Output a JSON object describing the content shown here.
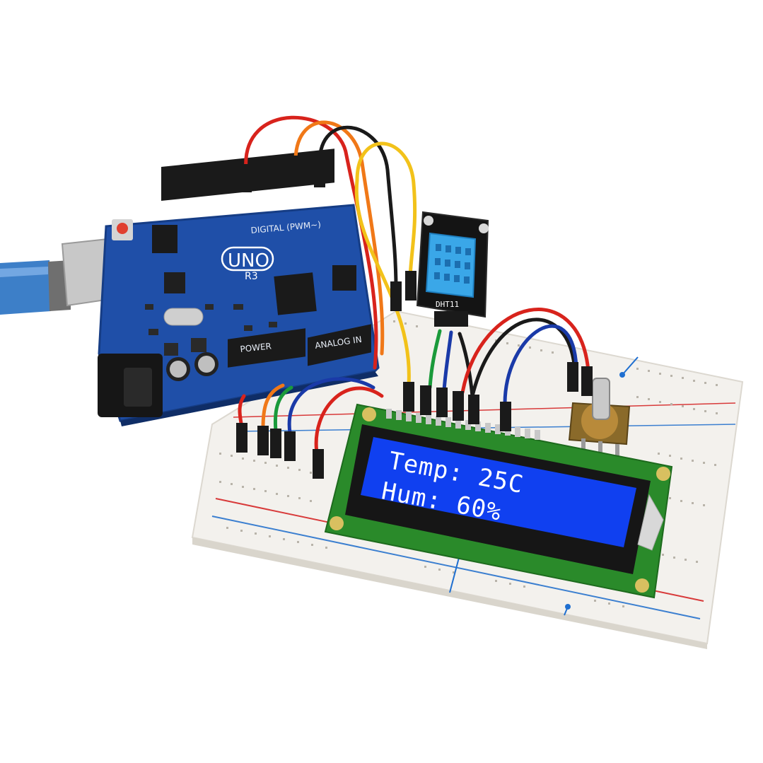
{
  "board": {
    "logo": "UNO",
    "revision": "R3",
    "digital_label": "DIGITAL (PWM~)",
    "power_label": "POWER",
    "analog_label": "ANALOG IN"
  },
  "sensor": {
    "label": "DHT11"
  },
  "lcd": {
    "line1": "Temp: 25C",
    "line2": "Hum: 60%"
  },
  "colors": {
    "board": "#1f4fa8",
    "lcd_screen": "#1040f0",
    "lcd_pcb": "#2a8a2a",
    "sensor_body": "#3aa7e8",
    "breadboard": "#f2f0ec",
    "wire_red": "#d8231c",
    "wire_orange": "#f07818",
    "wire_yellow": "#f2c21a",
    "wire_black": "#1a1a1a",
    "wire_green": "#1a9a3a",
    "wire_blue": "#1a3aa8"
  }
}
